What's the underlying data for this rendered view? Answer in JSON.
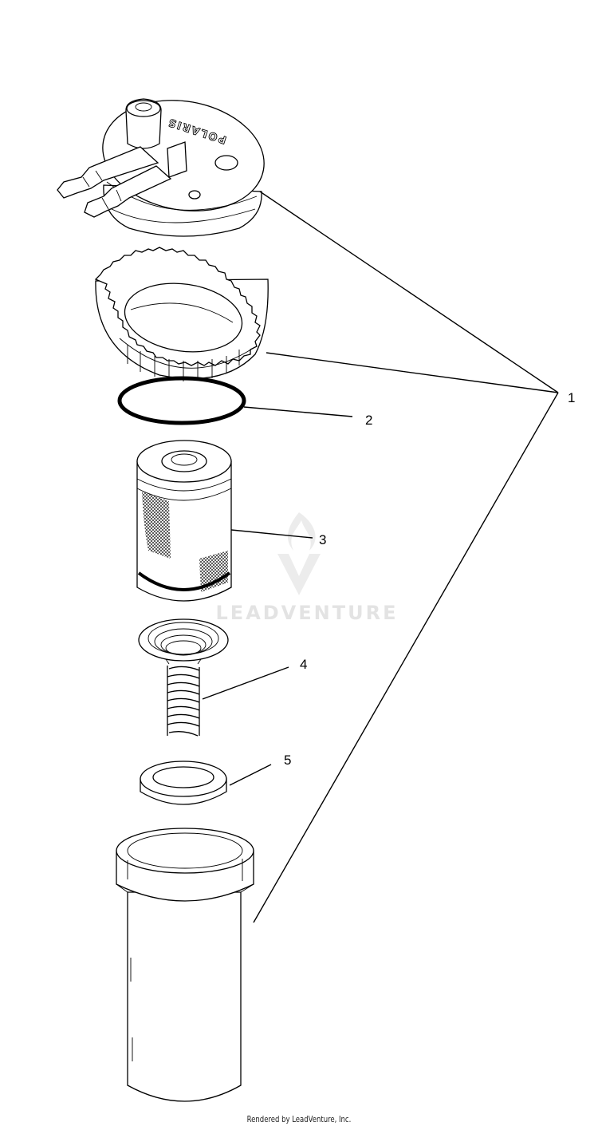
{
  "diagram": {
    "callouts": [
      {
        "number": "1",
        "part": "fuel-filter-assembly"
      },
      {
        "number": "2",
        "part": "o-ring"
      },
      {
        "number": "3",
        "part": "filter-element"
      },
      {
        "number": "4",
        "part": "spring"
      },
      {
        "number": "5",
        "part": "seal-washer"
      }
    ],
    "cap_logo_text": "POLARIS",
    "watermark": "LEADVENTURE",
    "colors": {
      "line": "#000000",
      "background": "#ffffff",
      "watermark": "#e3e3e3"
    }
  },
  "footer": {
    "text": "Rendered by LeadVenture, Inc."
  }
}
